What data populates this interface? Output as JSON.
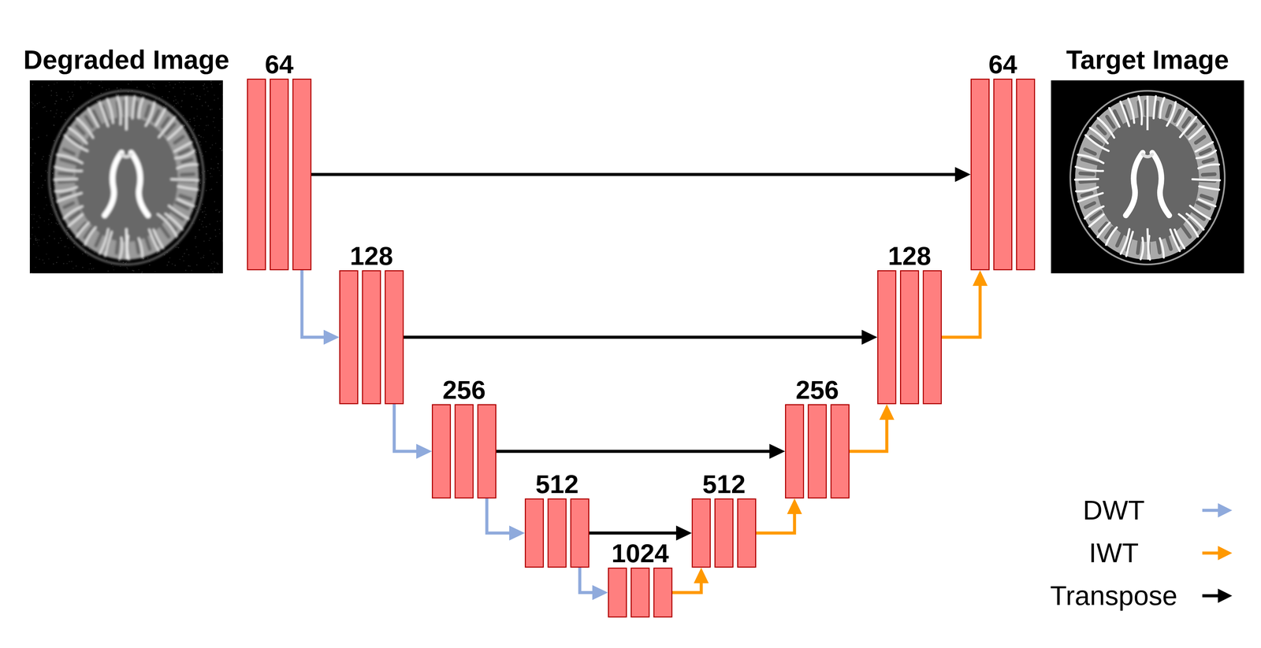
{
  "diagram": {
    "nodes": [
      {
        "text": [
          "Degraded Image"
        ]
      },
      {
        "text": [
          "64"
        ]
      },
      {
        "text": [
          "64"
        ]
      },
      {
        "text": [
          "Target Image"
        ]
      },
      {
        "text": [
          "128"
        ]
      },
      {
        "text": [
          "128"
        ]
      },
      {
        "text": [
          "256"
        ]
      },
      {
        "text": [
          "256"
        ]
      },
      {
        "text": [
          "512"
        ]
      },
      {
        "text": [
          "512"
        ]
      },
      {
        "text": [
          "1024"
        ]
      }
    ],
    "edges": [
      {
        "from": 1,
        "to": 2,
        "arrow": "to"
      },
      {
        "from": 4,
        "to": 5,
        "arrow": "to"
      },
      {
        "from": 6,
        "to": 7,
        "arrow": "to"
      },
      {
        "from": 8,
        "to": 9,
        "arrow": "to"
      },
      {
        "from": 1,
        "to": 4,
        "arrow": "to"
      },
      {
        "from": 4,
        "to": 6,
        "arrow": "to"
      },
      {
        "from": 6,
        "to": 8,
        "arrow": "to"
      },
      {
        "from": 8,
        "to": 10,
        "arrow": "to"
      },
      {
        "from": 10,
        "to": 9,
        "arrow": "to"
      },
      {
        "from": 9,
        "to": 7,
        "arrow": "to"
      },
      {
        "from": 7,
        "to": 5,
        "arrow": "to"
      },
      {
        "from": 5,
        "to": 2,
        "arrow": "to"
      }
    ],
    "legend": [
      {
        "text": "DWT"
      },
      {
        "text": "IWT"
      },
      {
        "text": "Transpose"
      }
    ]
  }
}
